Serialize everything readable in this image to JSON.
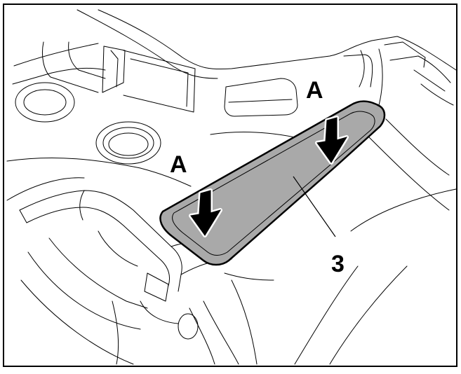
{
  "labels": {
    "area_a_top": "A",
    "area_a_left": "A",
    "part_number": "3"
  },
  "colors": {
    "pad_fill": "#a9a9a9",
    "pad_outline": "#000000",
    "pad_halo": "#ffffff",
    "line": "#000000",
    "background": "#ffffff",
    "frame": "#000000"
  },
  "icons": {
    "press_arrow_right": "arrow-down-icon",
    "press_arrow_left": "arrow-down-icon"
  }
}
